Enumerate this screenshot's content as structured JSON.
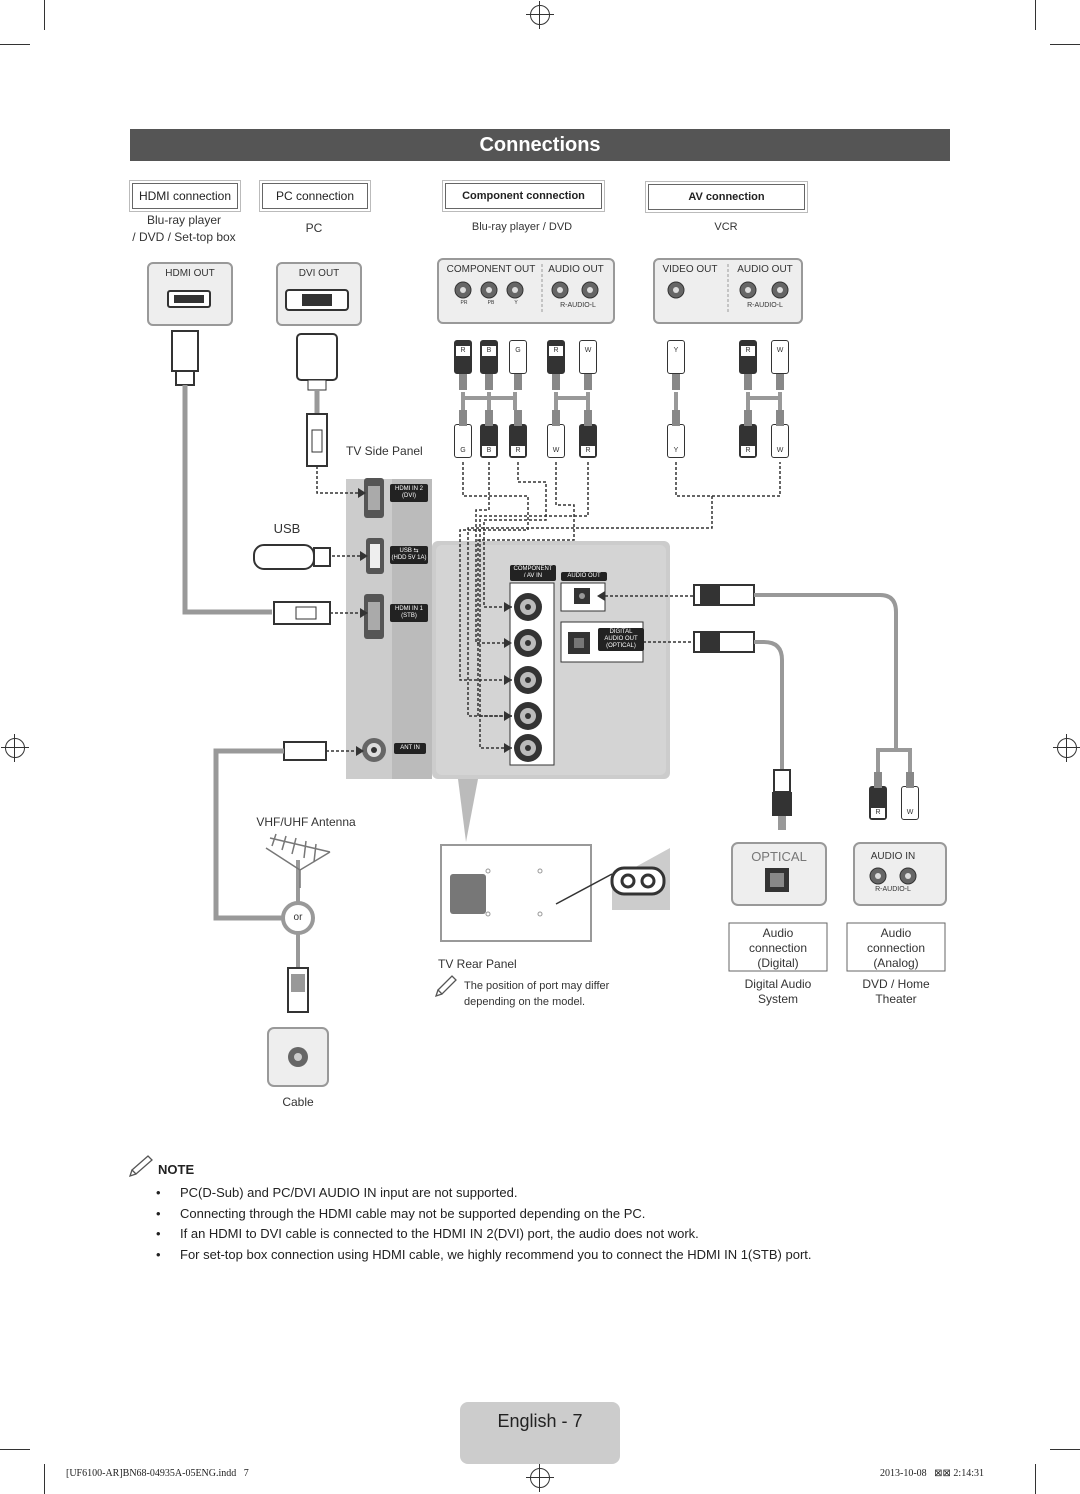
{
  "title": "Connections",
  "connections": {
    "hdmi": {
      "label": "HDMI connection",
      "source": "Blu-ray player\n/ DVD / Set-top box",
      "port": "HDMI OUT"
    },
    "pc": {
      "label": "PC connection",
      "source": "PC",
      "port": "DVI OUT"
    },
    "component": {
      "label": "Component connection",
      "source": "Blu-ray player / DVD",
      "port_video": "COMPONENT OUT",
      "port_audio": "AUDIO OUT",
      "jacks": [
        "PR",
        "PB",
        "Y"
      ],
      "audio_jacks": "R-AUDIO-L"
    },
    "av": {
      "label": "AV connection",
      "source": "VCR",
      "port_video": "VIDEO OUT",
      "port_audio": "AUDIO OUT",
      "audio_jacks": "R-AUDIO-L"
    }
  },
  "plug_letters": {
    "component_top": [
      "R",
      "B",
      "G",
      "R",
      "W"
    ],
    "component_bottom": [
      "G",
      "B",
      "R",
      "W",
      "R"
    ],
    "av_top": [
      "Y",
      "R",
      "W"
    ],
    "av_bottom": [
      "Y",
      "R",
      "W"
    ],
    "analog_audio": [
      "R",
      "W"
    ]
  },
  "tv_side": {
    "label": "TV Side Panel",
    "usb_label": "USB",
    "ports": {
      "hdmi2": "HDMI IN 2\n(DVI)",
      "usb": "USB ⇆\n(HDD 5V 1A)",
      "hdmi1": "HDMI IN 1\n(STB)",
      "ant": "ANT IN"
    }
  },
  "tv_rear": {
    "label": "TV Rear Panel",
    "component_tag": "COMPONENT\n/ AV IN",
    "audio_out_tag": "AUDIO OUT",
    "optical_tag": "DIGITAL\nAUDIO OUT\n(OPTICAL)",
    "note": "The position of port may differ\ndepending on the model."
  },
  "antenna": {
    "label": "VHF/UHF Antenna",
    "or": "or",
    "cable": "Cable"
  },
  "audio_devices": {
    "optical_port": "OPTICAL",
    "audio_in_port": "AUDIO IN",
    "audio_in_jacks": "R-AUDIO-L",
    "digital_box": "Audio\nconnection\n(Digital)",
    "analog_box": "Audio\nconnection\n(Analog)",
    "digital_device": "Digital Audio\nSystem",
    "analog_device": "DVD / Home\nTheater"
  },
  "note": {
    "heading": "NOTE",
    "items": [
      "PC(D-Sub) and PC/DVI AUDIO IN input are not supported.",
      "Connecting through the HDMI cable may not be supported depending on the PC.",
      "If an HDMI to DVI cable is connected to the HDMI IN 2(DVI) port, the audio does not work.",
      "For set-top box connection using HDMI cable, we highly recommend you to connect the HDMI IN 1(STB) port."
    ]
  },
  "page_label": "English - 7",
  "footer": {
    "file": "[UF6100-AR]BN68-04935A-05ENG.indd   7",
    "date": "2013-10-08   ⊠⊠ 2:14:31"
  }
}
